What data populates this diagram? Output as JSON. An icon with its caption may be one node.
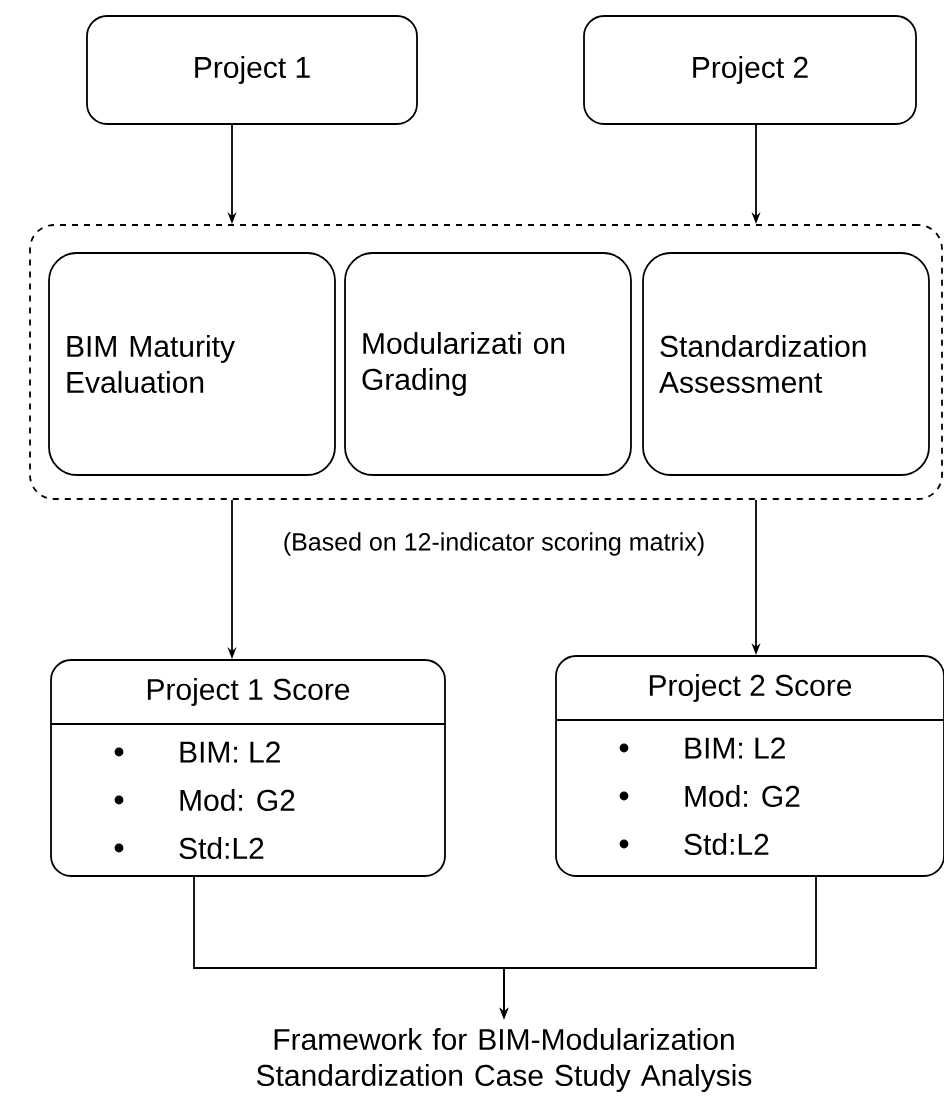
{
  "diagram": {
    "nodes": [
      {
        "text": [
          "Project 1"
        ]
      },
      {
        "text": [
          "Project 2"
        ]
      },
      {
        "text": [],
        "shape": "box"
      },
      {
        "text": [
          "BIM Maturity Evaluation"
        ],
        "in": 2
      },
      {
        "text": [
          "Modularizati on Grading"
        ],
        "in": 2
      },
      {
        "text": [
          "Standardization Assessment"
        ],
        "in": 2
      },
      {
        "text": [
          "Project 1 Score",
          "BIM: L2",
          "Mod: G2",
          "Std:L2"
        ]
      },
      {
        "text": [
          "Project 2 Score",
          "BIM: L2",
          "Mod: G2",
          "Std:L2"
        ]
      },
      {
        "text": [
          "Framework for BIM-Modularization Standardization Case Study Analysis"
        ]
      }
    ],
    "edges": [
      {
        "from": 0,
        "to": 2,
        "arrow": "to"
      },
      {
        "from": 1,
        "to": 2,
        "arrow": "to"
      },
      {
        "from": 2,
        "to": 6,
        "arrow": "to"
      },
      {
        "from": 2,
        "to": 7,
        "arrow": "to"
      },
      {
        "from": 6,
        "to": 8,
        "arrow": "to"
      },
      {
        "from": 7,
        "to": 8,
        "arrow": "to"
      }
    ],
    "labels": [
      "(Based on 12-indicator scoring matrix)"
    ]
  }
}
